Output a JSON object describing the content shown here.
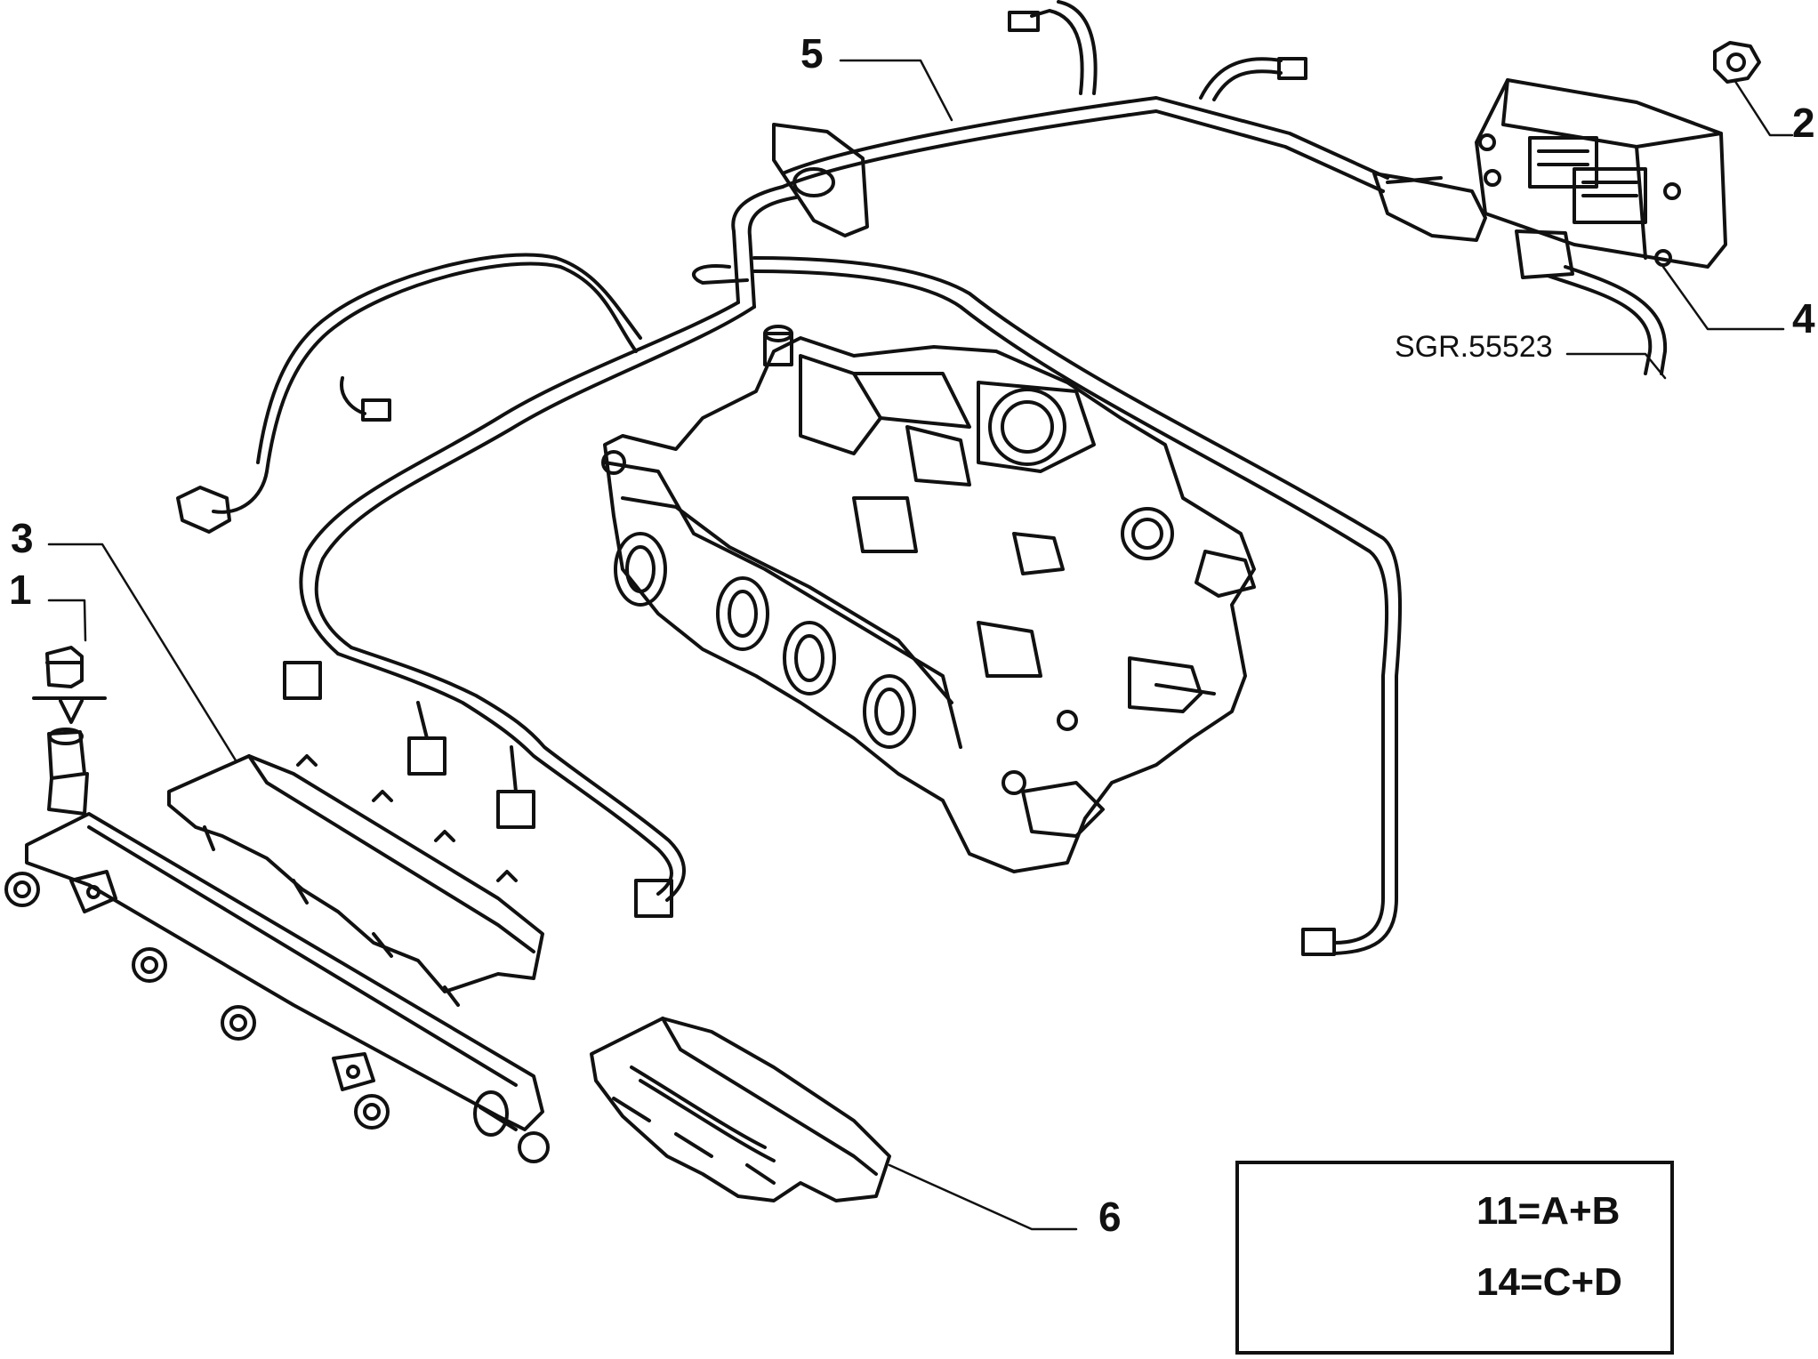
{
  "callouts": {
    "c1": "1",
    "c2": "2",
    "c3": "3",
    "c4": "4",
    "c5": "5",
    "c6": "6"
  },
  "reference_code": "SGR.55523",
  "legend": {
    "line1": "11=A+B",
    "line2": "14=C+D"
  },
  "colors": {
    "ink": "#111111",
    "paper": "#ffffff"
  }
}
